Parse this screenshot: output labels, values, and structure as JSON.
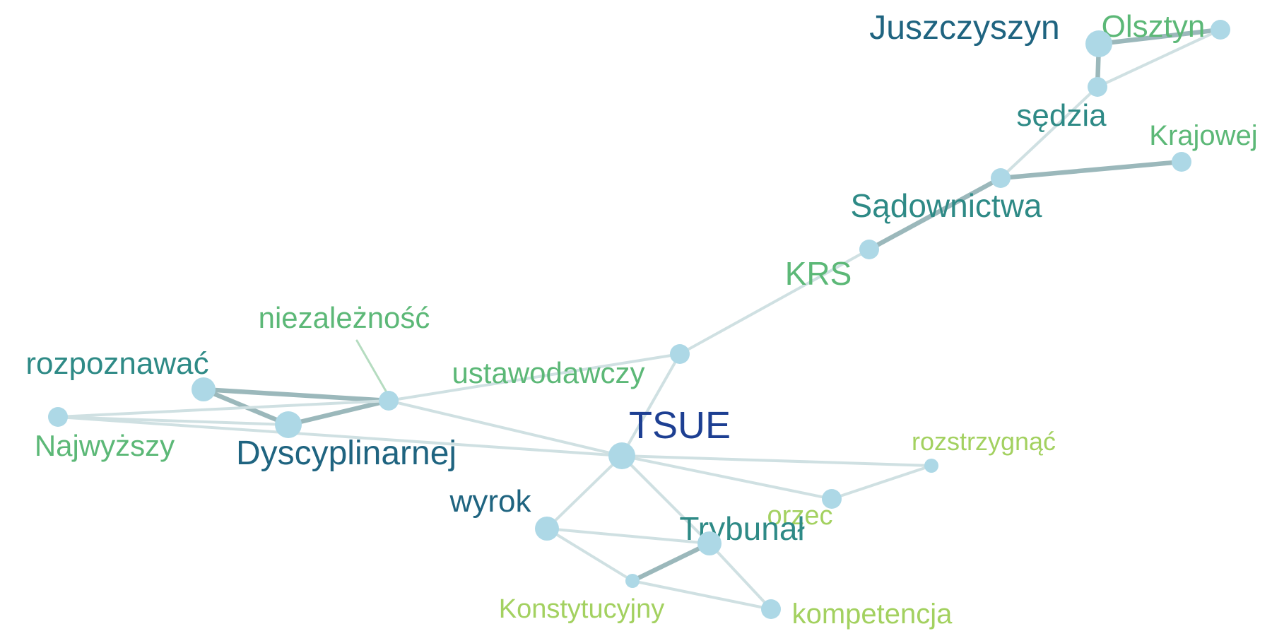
{
  "colors": {
    "node_fill": "#add8e6",
    "edge_strong": "#9bb8bb",
    "edge_medium": "#b9cfd1",
    "edge_light": "#cfe0e2",
    "label_navy": "#1d3f92",
    "label_blue": "#1f6480",
    "label_teal": "#2e8a86",
    "label_green": "#5cb877",
    "label_lime": "#a3d160"
  },
  "nodes": [
    {
      "id": "juszczyszyn",
      "label": "Juszczyszyn",
      "weight": 4,
      "label_color": "label_blue"
    },
    {
      "id": "olsztyn",
      "label": "Olsztyn",
      "weight": 2,
      "label_color": "label_green"
    },
    {
      "id": "sedzia",
      "label": "sędzia",
      "weight": 2,
      "label_color": "label_teal"
    },
    {
      "id": "krajowej",
      "label": "Krajowej",
      "weight": 2,
      "label_color": "label_green"
    },
    {
      "id": "sadownictwa",
      "label": "Sądownictwa",
      "weight": 2,
      "label_color": "label_teal"
    },
    {
      "id": "krs",
      "label": "KRS",
      "weight": 2,
      "label_color": "label_green"
    },
    {
      "id": "niezaleznosc",
      "label": "niezależność",
      "weight": 2,
      "label_color": "label_green"
    },
    {
      "id": "ustawodawczy",
      "label": "ustawodawczy",
      "weight": 2,
      "label_color": "label_green"
    },
    {
      "id": "rozpoznawac",
      "label": "rozpoznawać",
      "weight": 3,
      "label_color": "label_teal"
    },
    {
      "id": "najwyzszy",
      "label": "Najwyższy",
      "weight": 2,
      "label_color": "label_green"
    },
    {
      "id": "dyscyplinarnej",
      "label": "Dyscyplinarnej",
      "weight": 4,
      "label_color": "label_blue"
    },
    {
      "id": "tsue",
      "label": "TSUE",
      "weight": 4,
      "label_color": "label_navy"
    },
    {
      "id": "rozstrzygnac",
      "label": "rozstrzygnąć",
      "weight": 1,
      "label_color": "label_lime"
    },
    {
      "id": "orzec",
      "label": "orzec",
      "weight": 2,
      "label_color": "label_lime"
    },
    {
      "id": "wyrok",
      "label": "wyrok",
      "weight": 3,
      "label_color": "label_blue"
    },
    {
      "id": "trybunal",
      "label": "Trybunał",
      "weight": 3,
      "label_color": "label_teal"
    },
    {
      "id": "konstytucyjny",
      "label": "Konstytucyjny",
      "weight": 1,
      "label_color": "label_lime"
    },
    {
      "id": "kompetencja",
      "label": "kompetencja",
      "weight": 2,
      "label_color": "label_lime"
    }
  ],
  "edges": [
    {
      "source": "juszczyszyn",
      "target": "olsztyn",
      "strength": 3
    },
    {
      "source": "juszczyszyn",
      "target": "sedzia",
      "strength": 3
    },
    {
      "source": "olsztyn",
      "target": "sedzia",
      "strength": 1
    },
    {
      "source": "sedzia",
      "target": "sadownictwa",
      "strength": 1
    },
    {
      "source": "sadownictwa",
      "target": "krajowej",
      "strength": 3
    },
    {
      "source": "sadownictwa",
      "target": "krs",
      "strength": 3
    },
    {
      "source": "krs",
      "target": "ustawodawczy",
      "strength": 1
    },
    {
      "source": "ustawodawczy",
      "target": "niezaleznosc",
      "strength": 1
    },
    {
      "source": "ustawodawczy",
      "target": "tsue",
      "strength": 1
    },
    {
      "source": "rozpoznawac",
      "target": "niezaleznosc",
      "strength": 3
    },
    {
      "source": "rozpoznawac",
      "target": "dyscyplinarnej",
      "strength": 3
    },
    {
      "source": "dyscyplinarnej",
      "target": "niezaleznosc",
      "strength": 3
    },
    {
      "source": "najwyzszy",
      "target": "niezaleznosc",
      "strength": 1
    },
    {
      "source": "najwyzszy",
      "target": "dyscyplinarnej",
      "strength": 1
    },
    {
      "source": "najwyzszy",
      "target": "tsue",
      "strength": 1
    },
    {
      "source": "niezaleznosc",
      "target": "tsue",
      "strength": 1
    },
    {
      "source": "tsue",
      "target": "rozstrzygnac",
      "strength": 1
    },
    {
      "source": "tsue",
      "target": "orzec",
      "strength": 1
    },
    {
      "source": "orzec",
      "target": "rozstrzygnac",
      "strength": 1
    },
    {
      "source": "tsue",
      "target": "wyrok",
      "strength": 1
    },
    {
      "source": "tsue",
      "target": "trybunal",
      "strength": 1
    },
    {
      "source": "wyrok",
      "target": "trybunal",
      "strength": 1
    },
    {
      "source": "wyrok",
      "target": "konstytucyjny",
      "strength": 1
    },
    {
      "source": "konstytucyjny",
      "target": "trybunal",
      "strength": 3
    },
    {
      "source": "konstytucyjny",
      "target": "kompetencja",
      "strength": 1
    },
    {
      "source": "trybunal",
      "target": "kompetencja",
      "strength": 1
    }
  ]
}
